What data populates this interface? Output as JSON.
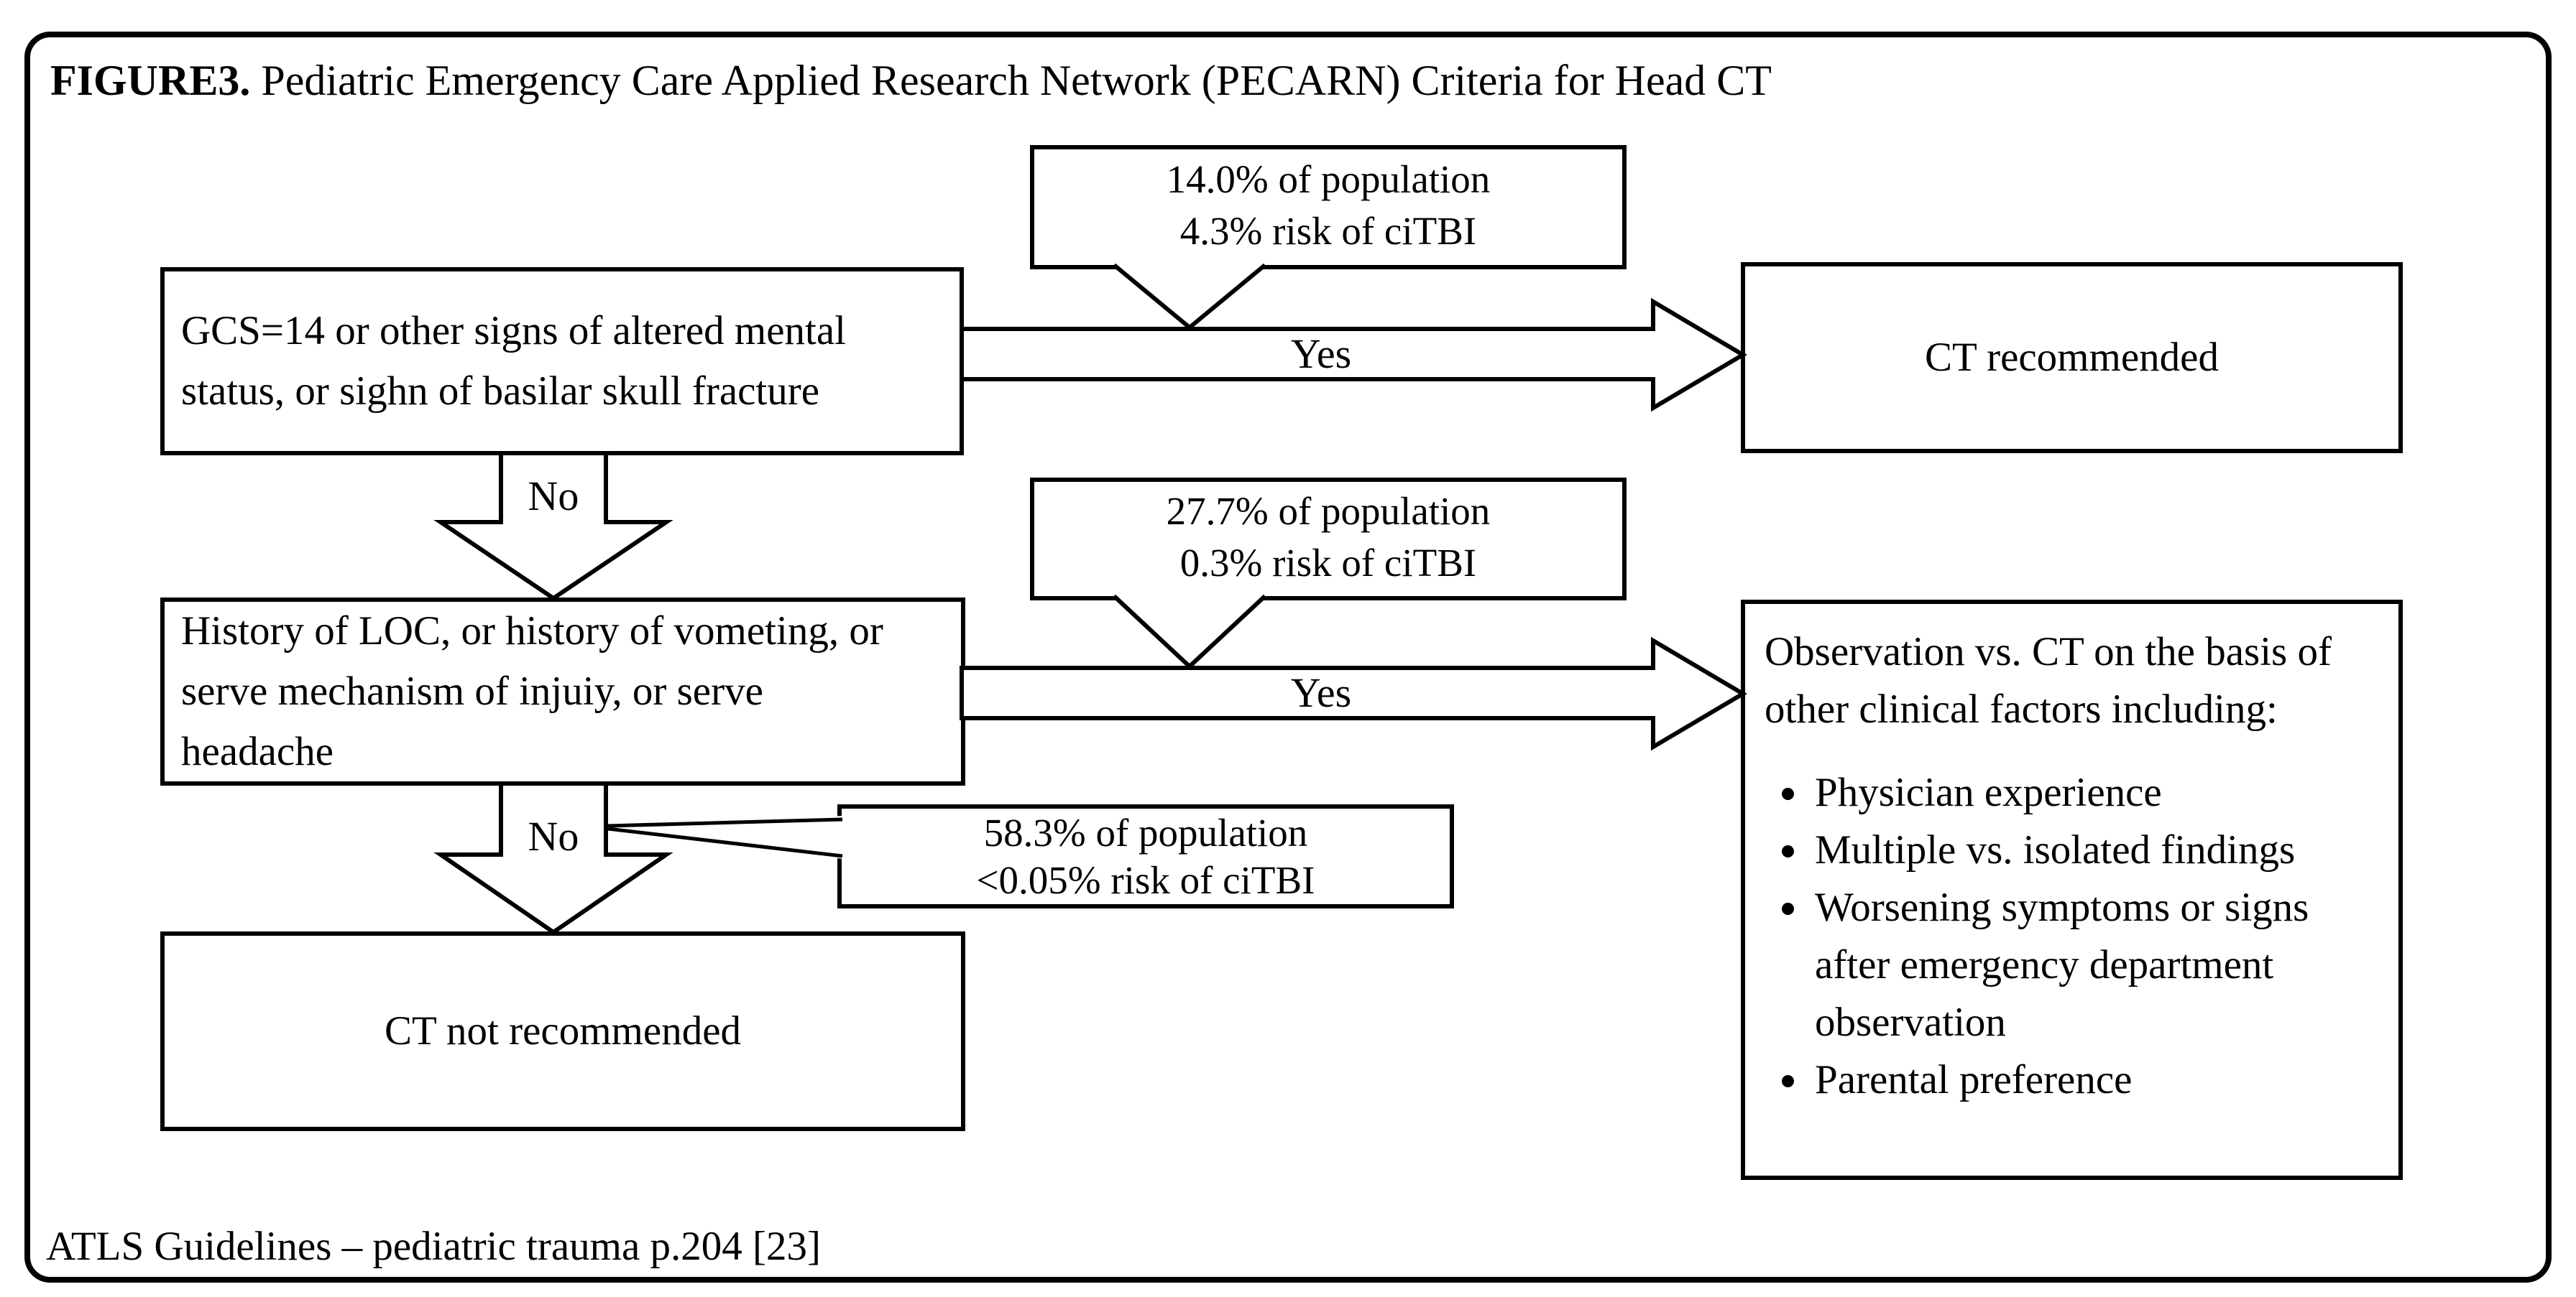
{
  "figure": {
    "title_label": "FIGURE3.",
    "title_text": " Pediatric Emergency Care Applied Research Network (PECARN) Criteria for Head CT",
    "footer": "ATLS Guidelines – pediatric trauma p.204 [23]"
  },
  "nodes": {
    "decision1": "GCS=14 or other signs of altered mental status, or sighn of basilar skull fracture",
    "decision2": "History of LOC, or history of vometing, or serve mechanism of injuiy, or serve headache",
    "ct_recommended": "CT recommended",
    "ct_not_recommended": "CT not recommended",
    "observation_intro": "Observation vs. CT on the basis of other clinical factors including:",
    "observation_bullets": [
      "Physician experience",
      "Multiple vs. isolated findings",
      "Worsening symptoms or signs after emergency department observation",
      "Parental preference"
    ]
  },
  "callouts": {
    "c1_line1": "14.0% of population",
    "c1_line2": "4.3% risk of ciTBI",
    "c2_line1": "27.7% of population",
    "c2_line2": "0.3% risk of ciTBI",
    "c3_line1": "58.3% of population",
    "c3_line2": "<0.05% risk of ciTBI"
  },
  "labels": {
    "yes1": "Yes",
    "yes2": "Yes",
    "no1": "No",
    "no2": "No"
  },
  "colors": {
    "ink": "#000000",
    "background": "#ffffff"
  }
}
